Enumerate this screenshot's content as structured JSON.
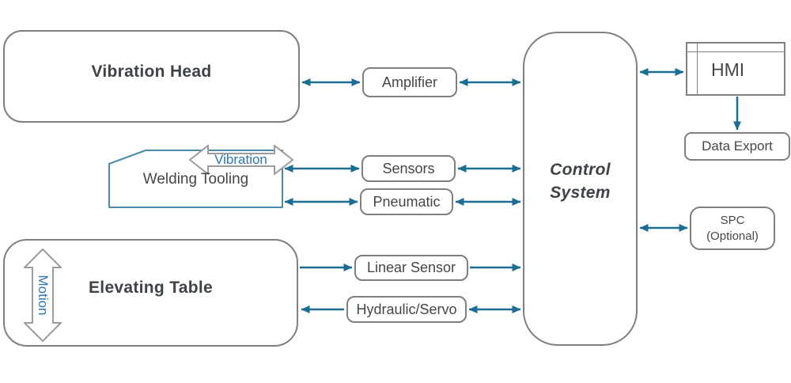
{
  "colors": {
    "arrow": "#1b6d94",
    "block_border": "#7f7f7f",
    "tooling_border": "#4b8caa",
    "shape_arrow_outline": "#9c9c9c",
    "title_text": "#3f4347",
    "label_text": "#44474a",
    "accent_blue": "#2e75b5",
    "background": "#ffffff"
  },
  "nodes": {
    "vibration_head": {
      "label": "Vibration Head",
      "motion_label": "Vibration"
    },
    "welding_tooling": {
      "label": "Welding Tooling"
    },
    "elevating_table": {
      "label": "Elevating Table",
      "motion_label": "Motion"
    },
    "amplifier": {
      "label": "Amplifier"
    },
    "sensors": {
      "label": "Sensors"
    },
    "pneumatic": {
      "label": "Pneumatic"
    },
    "linear_sensor": {
      "label": "Linear Sensor"
    },
    "hydraulic_servo": {
      "label": "Hydraulic/Servo"
    },
    "control_system": {
      "line1": "Control",
      "line2": "System"
    },
    "hmi": {
      "label": "HMI"
    },
    "data_export": {
      "label": "Data Export"
    },
    "spc": {
      "line1": "SPC",
      "line2": "(Optional)"
    }
  },
  "connections": [
    {
      "from": "vibration_head",
      "to": "amplifier",
      "type": "bidirectional"
    },
    {
      "from": "amplifier",
      "to": "control_system",
      "type": "bidirectional"
    },
    {
      "from": "welding_tooling",
      "to": "sensors",
      "type": "bidirectional"
    },
    {
      "from": "sensors",
      "to": "control_system",
      "type": "bidirectional"
    },
    {
      "from": "welding_tooling",
      "to": "pneumatic",
      "type": "bidirectional"
    },
    {
      "from": "pneumatic",
      "to": "control_system",
      "type": "bidirectional"
    },
    {
      "from": "elevating_table",
      "to": "linear_sensor",
      "type": "one-way"
    },
    {
      "from": "linear_sensor",
      "to": "control_system",
      "type": "one-way"
    },
    {
      "from": "hydraulic_servo",
      "to": "elevating_table",
      "type": "one-way"
    },
    {
      "from": "hydraulic_servo",
      "to": "control_system",
      "type": "bidirectional"
    },
    {
      "from": "control_system",
      "to": "hmi",
      "type": "bidirectional"
    },
    {
      "from": "hmi",
      "to": "data_export",
      "type": "one-way"
    },
    {
      "from": "control_system",
      "to": "spc",
      "type": "bidirectional"
    }
  ]
}
